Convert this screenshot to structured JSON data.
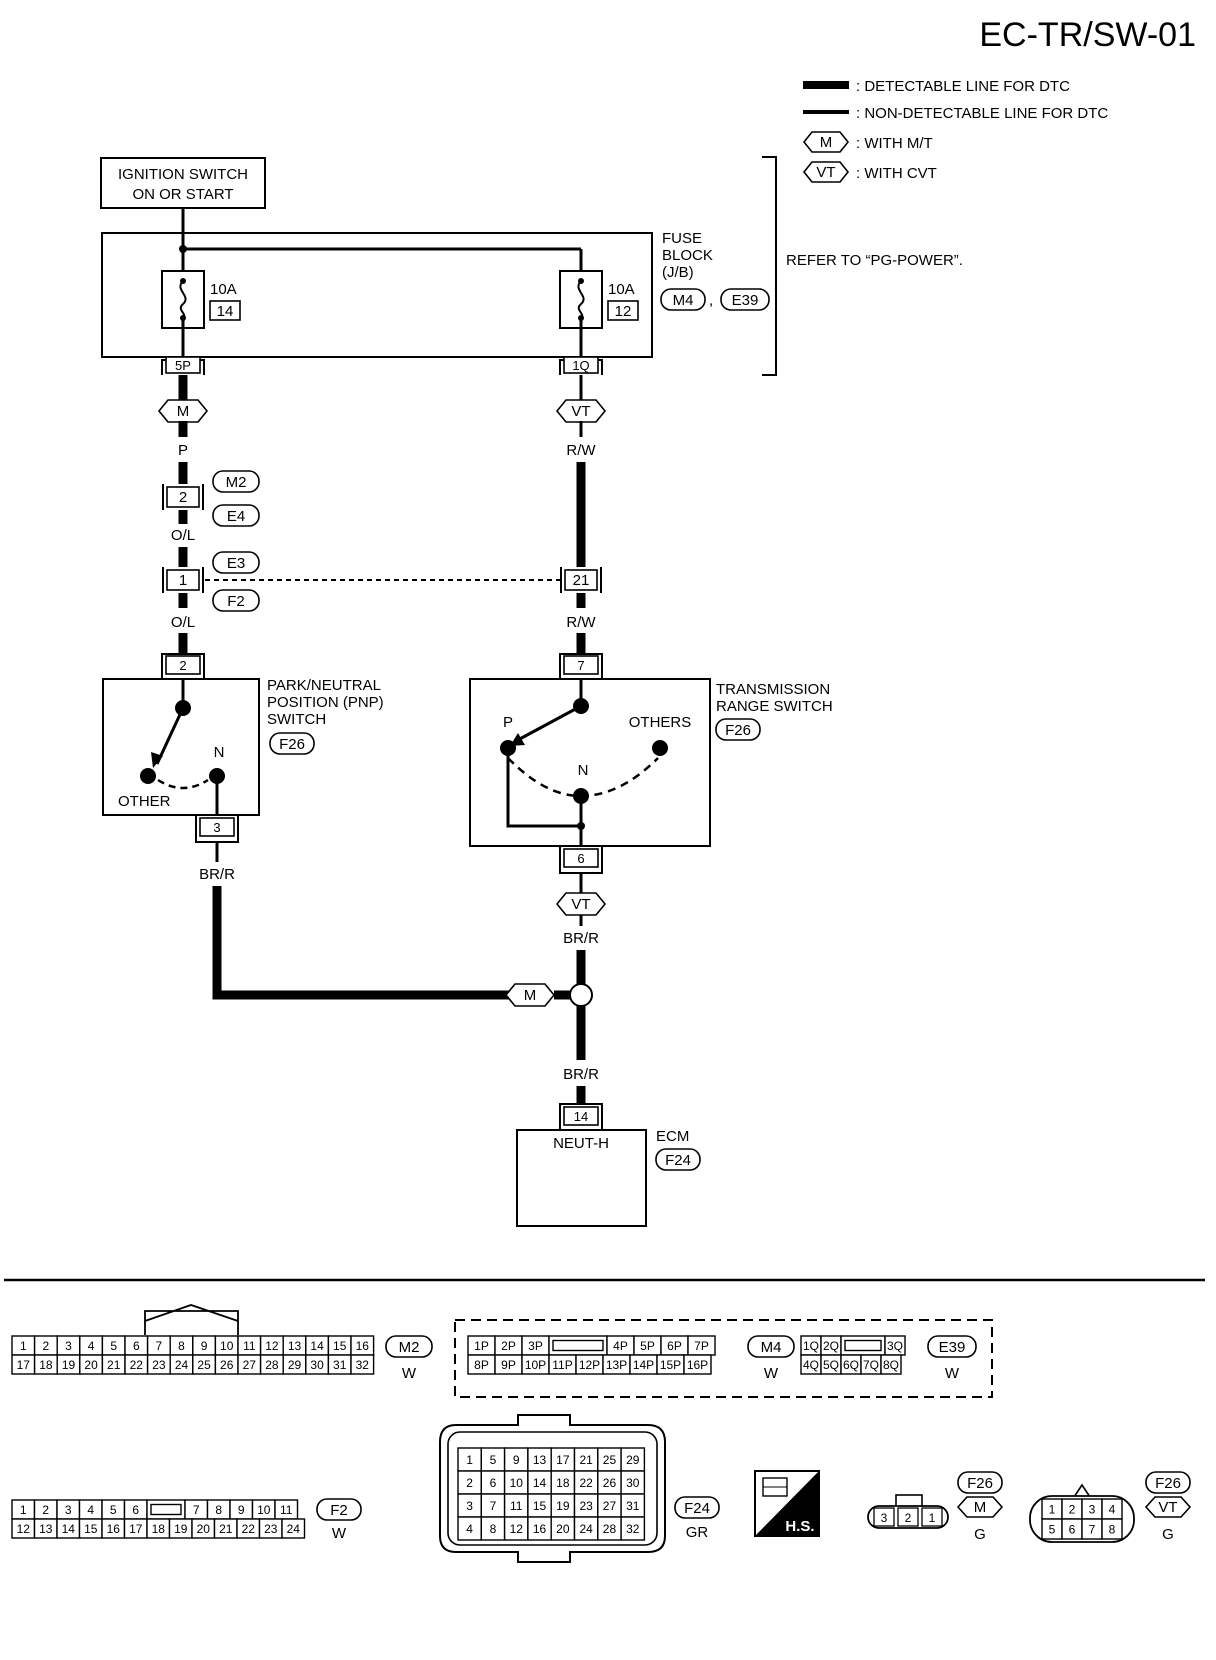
{
  "header": {
    "page_id": "EC-TR/SW-01"
  },
  "legend": {
    "detectable": ": DETECTABLE LINE FOR DTC",
    "non_detectable": ": NON-DETECTABLE LINE FOR DTC",
    "with_mt_tag": "M",
    "with_mt": ": WITH M/T",
    "with_cvt_tag": "VT",
    "with_cvt": ": WITH CVT",
    "refer": "REFER TO “PG-POWER”."
  },
  "ignition": {
    "line1": "IGNITION SWITCH",
    "line2": "ON OR START"
  },
  "fuse_block": {
    "line1": "FUSE",
    "line2": "BLOCK",
    "line3": "(J/B)",
    "connectors": [
      "M4",
      "E39"
    ],
    "separator": ",",
    "fuses": [
      {
        "amp": "10A",
        "num": "14",
        "pin": "5P"
      },
      {
        "amp": "10A",
        "num": "12",
        "pin": "1Q"
      }
    ]
  },
  "left_branch": {
    "tag": "M",
    "wire_top": "P",
    "joint1_pin": "2",
    "joint1_conns": [
      "M2",
      "E4"
    ],
    "wire_mid": "O/L",
    "joint2_pin": "1",
    "joint2_conns": [
      "E3",
      "F2"
    ],
    "wire_low": "O/L"
  },
  "right_branch": {
    "tag": "VT",
    "wire_top": "R/W",
    "joint_pin": "21",
    "wire_low": "R/W"
  },
  "pnp_switch": {
    "line1": "PARK/NEUTRAL",
    "line2": "POSITION (PNP)",
    "line3": "SWITCH",
    "conn": "F26",
    "pin_in": "2",
    "pin_out": "3",
    "n_label": "N",
    "other_label": "OTHER"
  },
  "trs": {
    "line1": "TRANSMISSION",
    "line2": "RANGE SWITCH",
    "conn": "F26",
    "pin_in": "7",
    "pin_out": "6",
    "p_label": "P",
    "others_label": "OTHERS",
    "n_label": "N"
  },
  "bottom_wires": {
    "left": "BR/R",
    "right_tag": "VT",
    "right": "BR/R",
    "junction_tag": "M",
    "to_ecm": "BR/R"
  },
  "ecm": {
    "label": "ECM",
    "conn": "F24",
    "pin": "14",
    "terminal": "NEUT-H"
  },
  "connectors": {
    "m2": {
      "id": "M2",
      "color": "W",
      "row1": [
        "1",
        "2",
        "3",
        "4",
        "5",
        "6",
        "7",
        "8",
        "9",
        "10",
        "11",
        "12",
        "13",
        "14",
        "15",
        "16"
      ],
      "row2": [
        "17",
        "18",
        "19",
        "20",
        "21",
        "22",
        "23",
        "24",
        "25",
        "26",
        "27",
        "28",
        "29",
        "30",
        "31",
        "32"
      ]
    },
    "m4": {
      "id": "M4",
      "color": "W",
      "row1": [
        "1P",
        "2P",
        "3P",
        "",
        "4P",
        "5P",
        "6P",
        "7P"
      ],
      "row2": [
        "8P",
        "9P",
        "10P",
        "11P",
        "12P",
        "13P",
        "14P",
        "15P",
        "16P"
      ]
    },
    "e39": {
      "id": "E39",
      "color": "W",
      "row1": [
        "1Q",
        "2Q",
        "",
        "3Q"
      ],
      "row2": [
        "4Q",
        "5Q",
        "6Q",
        "7Q",
        "8Q"
      ]
    },
    "f2": {
      "id": "F2",
      "color": "W",
      "row1": [
        "1",
        "2",
        "3",
        "4",
        "5",
        "6",
        "",
        "7",
        "8",
        "9",
        "10",
        "11"
      ],
      "row2": [
        "12",
        "13",
        "14",
        "15",
        "16",
        "17",
        "18",
        "19",
        "20",
        "21",
        "22",
        "23",
        "24"
      ]
    },
    "f24": {
      "id": "F24",
      "color": "GR",
      "rows": [
        [
          "1",
          "5",
          "9",
          "13",
          "17",
          "21",
          "25",
          "29"
        ],
        [
          "2",
          "6",
          "10",
          "14",
          "18",
          "22",
          "26",
          "30"
        ],
        [
          "3",
          "7",
          "11",
          "15",
          "19",
          "23",
          "27",
          "31"
        ],
        [
          "4",
          "8",
          "12",
          "16",
          "20",
          "24",
          "28",
          "32"
        ]
      ]
    },
    "hs": {
      "label": "H.S."
    },
    "f26_mt": {
      "id": "F26",
      "tag": "M",
      "color": "G",
      "pins": [
        "3",
        "2",
        "1"
      ]
    },
    "f26_cvt": {
      "id": "F26",
      "tag": "VT",
      "color": "G",
      "row1": [
        "1",
        "2",
        "3",
        "4"
      ],
      "row2": [
        "5",
        "6",
        "7",
        "8"
      ]
    }
  }
}
